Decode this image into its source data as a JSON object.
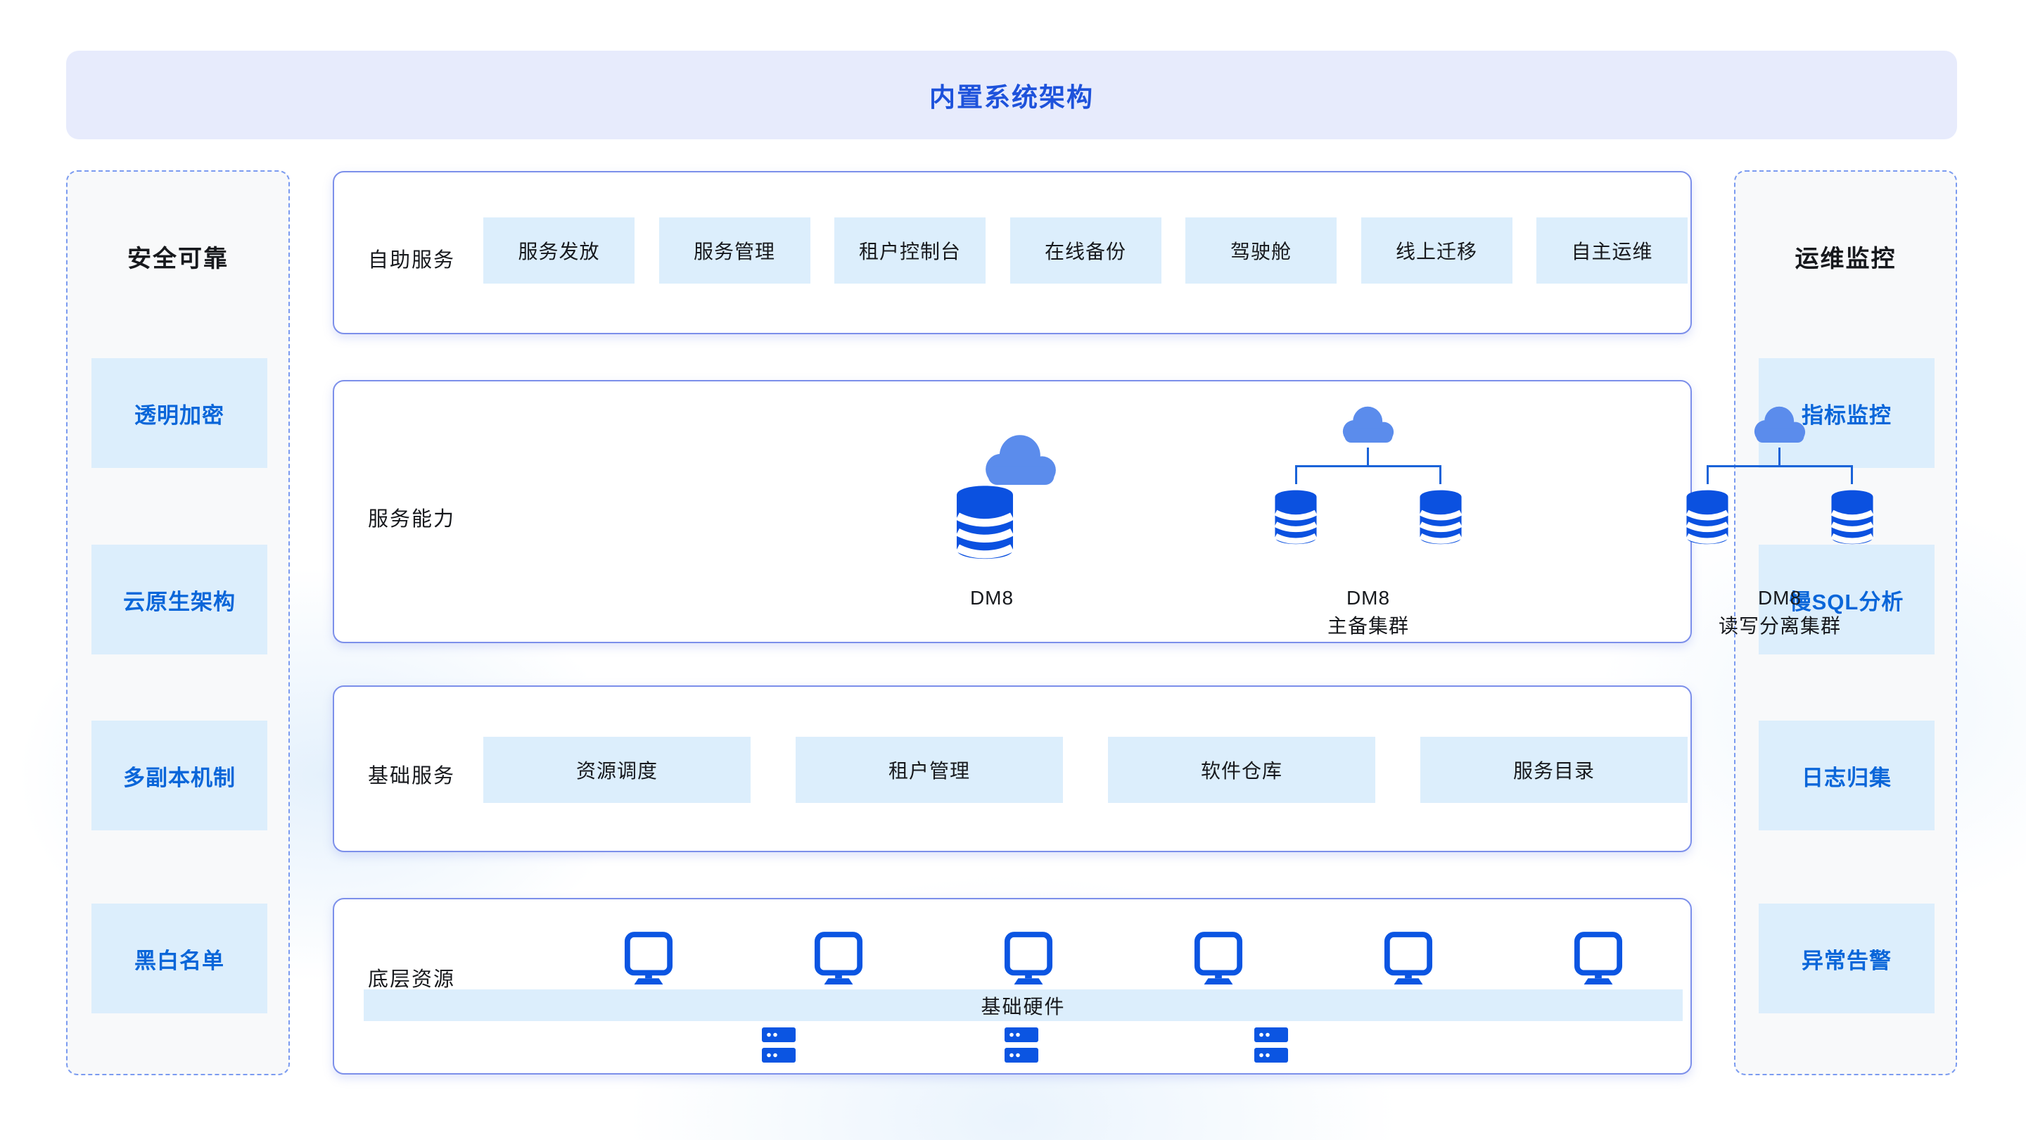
{
  "banner": {
    "title": "内置系统架构"
  },
  "left_panel": {
    "title": "安全可靠",
    "items": [
      "透明加密",
      "云原生架构",
      "多副本机制",
      "黑白名单"
    ]
  },
  "right_panel": {
    "title": "运维监控",
    "items": [
      "指标监控",
      "慢SQL分析",
      "日志归集",
      "异常告警"
    ]
  },
  "self_service_row": {
    "label": "自助服务",
    "buttons": [
      "服务发放",
      "服务管理",
      "租户控制台",
      "在线备份",
      "驾驶舱",
      "线上迁移",
      "自主运维"
    ]
  },
  "capability_row": {
    "label": "服务能力",
    "groups": [
      {
        "line1": "DM8",
        "line2": ""
      },
      {
        "line1": "DM8",
        "line2": "主备集群"
      },
      {
        "line1": "DM8",
        "line2": "读写分离集群"
      }
    ]
  },
  "base_service_row": {
    "label": "基础服务",
    "buttons": [
      "资源调度",
      "租户管理",
      "软件仓库",
      "服务目录"
    ]
  },
  "infra_row": {
    "label": "底层资源",
    "hardware_bar": "基础硬件"
  },
  "icons": {
    "database": "db-cylinder-icon",
    "cloud": "cloud-icon",
    "monitor": "monitor-icon",
    "server": "server-stack-icon"
  },
  "colors": {
    "banner_bg": "#E7EBFC",
    "banner_title": "#1E52DB",
    "chip_bg": "#DCEEFC",
    "chip_text": "#0A66D9",
    "row_border": "#7C8FEA",
    "panel_border": "#7B9BF0",
    "panel_bg": "#F8F9FA",
    "db_blue": "#0B51E0",
    "cloud_blue": "#5B8CEC",
    "device_blue": "#0B55E2",
    "connector_blue": "#1A63D8",
    "text_dark": "#17191D"
  }
}
